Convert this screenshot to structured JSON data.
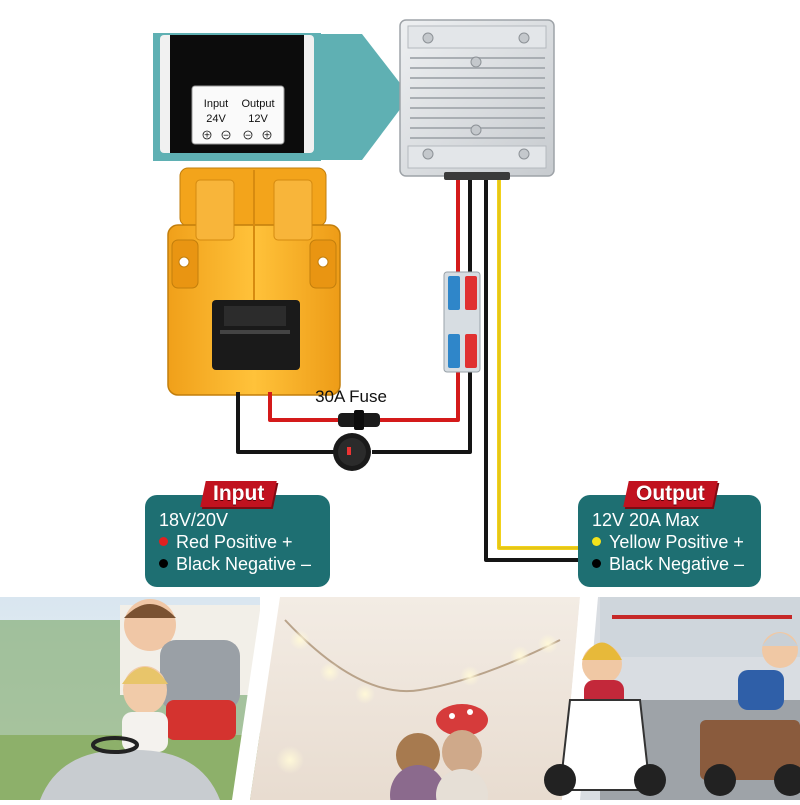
{
  "converter_label": {
    "input_title": "Input",
    "input_voltage": "24V",
    "output_title": "Output",
    "output_voltage": "12V",
    "terminals": [
      "+",
      "−",
      "−",
      "+"
    ]
  },
  "fuse_label": "30A Fuse",
  "input_panel": {
    "tag": "Input",
    "voltage": "18V/20V",
    "positive": "Red Positive +",
    "negative": "Black Negative –"
  },
  "output_panel": {
    "tag": "Output",
    "rating": "12V 20A Max",
    "positive": "Yellow Positive +",
    "negative": "Black Negative –"
  },
  "colors": {
    "teal": "#1e6f72",
    "tag_red": "#c1121f",
    "wire_red": "#d41a1a",
    "wire_black": "#151515",
    "wire_yellow": "#f2d21b",
    "adapter_yellow": "#f5a81c",
    "converter_silver": "#d9dcdf"
  }
}
